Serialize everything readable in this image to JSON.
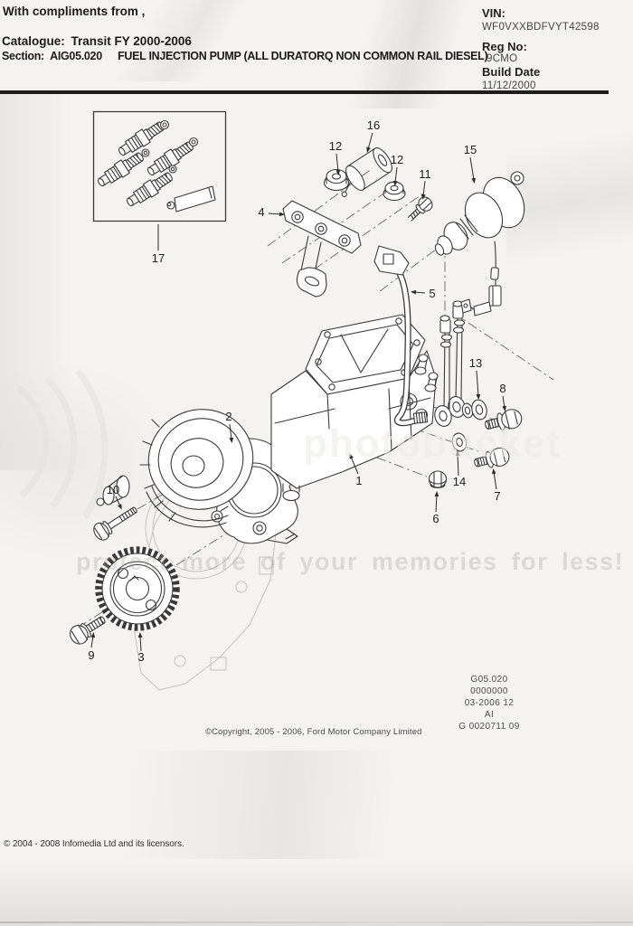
{
  "header": {
    "compliments": "With compliments from ,",
    "catalogue_label": "Catalogue:",
    "catalogue_value": "Transit FY 2000-2006",
    "section_label": "Section:",
    "section_code": "AIG05.020",
    "section_title": "FUEL INJECTION PUMP (ALL DURATORQ NON COMMON RAIL DIESEL)",
    "vin_label": "VIN:",
    "vin_value": "WF0VXXBDFVYT42598",
    "reg_label": "Reg No:",
    "reg_value": "9CMO",
    "build_date_label": "Build Date",
    "build_date_value": "11/12/2000"
  },
  "diagram": {
    "callouts": [
      "1",
      "2",
      "3",
      "4",
      "5",
      "6",
      "7",
      "8",
      "9",
      "10",
      "11",
      "12",
      "12",
      "13",
      "14",
      "15",
      "16",
      "17"
    ]
  },
  "stamp": {
    "lines": [
      "G05.020",
      "0000000",
      "03-2006 12",
      "AI",
      "G 0020711 09"
    ]
  },
  "footer": {
    "ford_copyright": "©Copyright, 2005 - 2006, Ford Motor Company Limited",
    "infomedia_copyright": "© 2004 - 2008 Infomedia Ltd and its licensors."
  },
  "watermark": {
    "brand": "photobucket",
    "tagline": "protect more of your memories for less!"
  },
  "colors": {
    "paper": "#f4f3f1",
    "ink": "#1b1b1b",
    "line_art": "#3a3a3a"
  }
}
